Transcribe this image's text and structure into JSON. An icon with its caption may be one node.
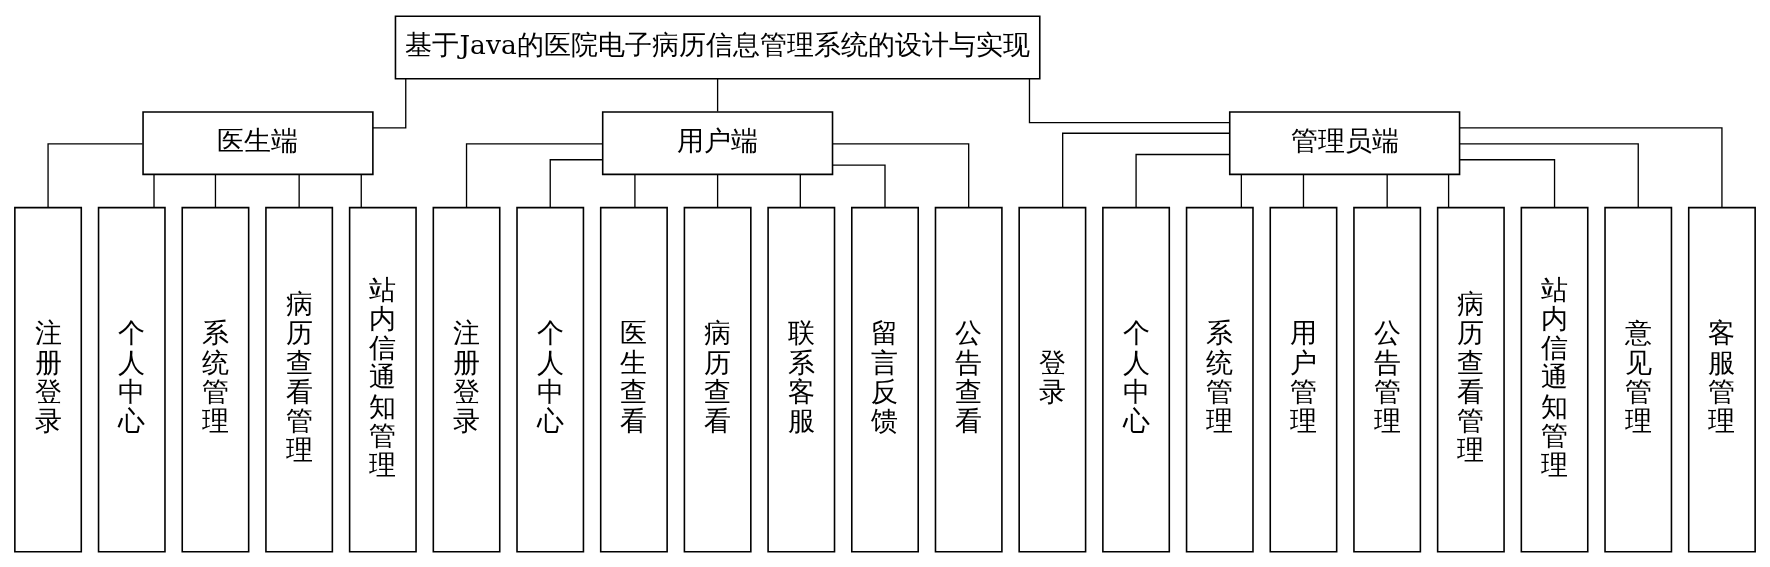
{
  "diagram": {
    "nodes": [
      {
        "text": [
          "基于Java的医院电子病历信息管理系统的设计与实现"
        ]
      },
      {
        "text": [
          "医生端"
        ]
      },
      {
        "text": [
          "用户端"
        ]
      },
      {
        "text": [
          "管理员端"
        ]
      },
      {
        "text": [
          "注册登录"
        ]
      },
      {
        "text": [
          "个人中心"
        ]
      },
      {
        "text": [
          "系统管理"
        ]
      },
      {
        "text": [
          "病历查看管理"
        ]
      },
      {
        "text": [
          "站内信通知管理"
        ]
      },
      {
        "text": [
          "注册登录"
        ]
      },
      {
        "text": [
          "个人中心"
        ]
      },
      {
        "text": [
          "医生查看"
        ]
      },
      {
        "text": [
          "病历查看"
        ]
      },
      {
        "text": [
          "联系客服"
        ]
      },
      {
        "text": [
          "留言反馈"
        ]
      },
      {
        "text": [
          "公告查看"
        ]
      },
      {
        "text": [
          "登录"
        ]
      },
      {
        "text": [
          "个人中心"
        ]
      },
      {
        "text": [
          "系统管理"
        ]
      },
      {
        "text": [
          "用户管理"
        ]
      },
      {
        "text": [
          "公告管理"
        ]
      },
      {
        "text": [
          "病历查看管理"
        ]
      },
      {
        "text": [
          "站内信通知管理"
        ]
      },
      {
        "text": [
          "意见管理"
        ]
      },
      {
        "text": [
          "客服管理"
        ]
      }
    ],
    "edges": [
      {
        "from": 0,
        "to": 1,
        "arrow": "none"
      },
      {
        "from": 0,
        "to": 2,
        "arrow": "none"
      },
      {
        "from": 0,
        "to": 3,
        "arrow": "none"
      },
      {
        "from": 1,
        "to": 4,
        "arrow": "none"
      },
      {
        "from": 1,
        "to": 5,
        "arrow": "none"
      },
      {
        "from": 1,
        "to": 6,
        "arrow": "none"
      },
      {
        "from": 1,
        "to": 7,
        "arrow": "none"
      },
      {
        "from": 1,
        "to": 8,
        "arrow": "none"
      },
      {
        "from": 2,
        "to": 9,
        "arrow": "none"
      },
      {
        "from": 2,
        "to": 10,
        "arrow": "none"
      },
      {
        "from": 2,
        "to": 11,
        "arrow": "none"
      },
      {
        "from": 2,
        "to": 12,
        "arrow": "none"
      },
      {
        "from": 2,
        "to": 13,
        "arrow": "none"
      },
      {
        "from": 2,
        "to": 14,
        "arrow": "none"
      },
      {
        "from": 2,
        "to": 15,
        "arrow": "none"
      },
      {
        "from": 3,
        "to": 16,
        "arrow": "none"
      },
      {
        "from": 3,
        "to": 17,
        "arrow": "none"
      },
      {
        "from": 3,
        "to": 18,
        "arrow": "none"
      },
      {
        "from": 3,
        "to": 19,
        "arrow": "none"
      },
      {
        "from": 3,
        "to": 20,
        "arrow": "none"
      },
      {
        "from": 3,
        "to": 21,
        "arrow": "none"
      },
      {
        "from": 3,
        "to": 22,
        "arrow": "none"
      },
      {
        "from": 3,
        "to": 23,
        "arrow": "none"
      },
      {
        "from": 3,
        "to": 24,
        "arrow": "none"
      }
    ]
  }
}
